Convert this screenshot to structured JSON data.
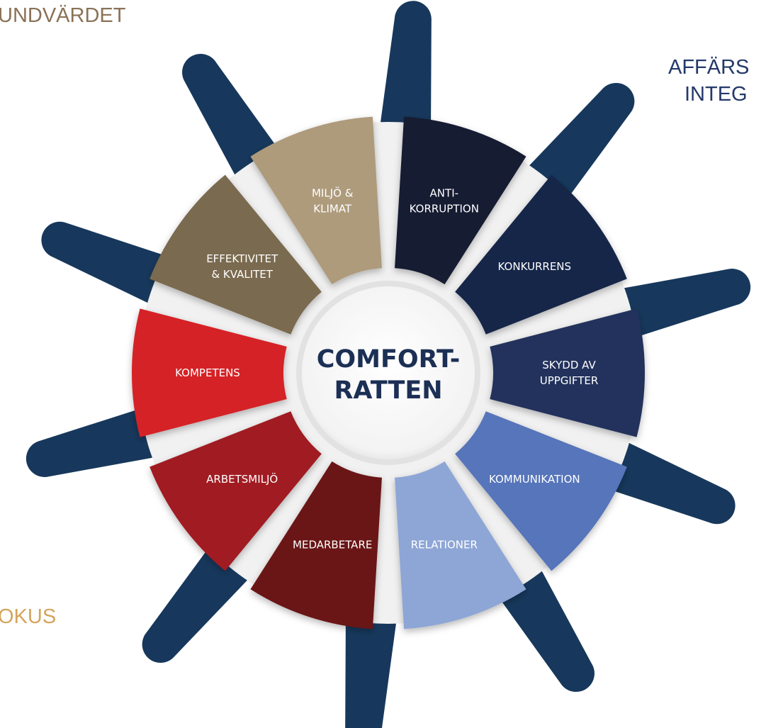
{
  "side_labels": {
    "top_left": "UNDVÄRDET",
    "top_right_line1": "AFFÄRS",
    "top_right_line2": "INTEG",
    "bottom_left": "OKUS"
  },
  "hub": {
    "line1": "COMFORT-",
    "line2": "RATTEN"
  },
  "segments": [
    {
      "lines": [
        "ANTI-",
        "KORRUPTION"
      ],
      "color": "#141a32"
    },
    {
      "lines": [
        "KONKURRENS"
      ],
      "color": "#18274a"
    },
    {
      "lines": [
        "SKYDD AV",
        "UPPGIFTER"
      ],
      "color": "#22325c"
    },
    {
      "lines": [
        "KOMMUNIKATION"
      ],
      "color": "#5775ba"
    },
    {
      "lines": [
        "RELATIONER"
      ],
      "color": "#8ea6d6"
    },
    {
      "lines": [
        "MEDARBETARE"
      ],
      "color": "#6b1519"
    },
    {
      "lines": [
        "ARBETSMILJÖ"
      ],
      "color": "#a01b21"
    },
    {
      "lines": [
        "KOMPETENS"
      ],
      "color": "#d52128"
    },
    {
      "lines": [
        "EFFEKTIVITET",
        "& KVALITET"
      ],
      "color": "#7a6a4f"
    },
    {
      "lines": [
        "MILJÖ &",
        "KLIMAT"
      ],
      "color": "#ae9b7c"
    }
  ],
  "colors": {
    "handles": "#17385c",
    "side_top_left": "#8a7257",
    "side_top_right": "#24386a",
    "side_bottom_left": "#d4a55c",
    "hub_text": "#1c2f55",
    "segment_text": "#ffffff"
  }
}
